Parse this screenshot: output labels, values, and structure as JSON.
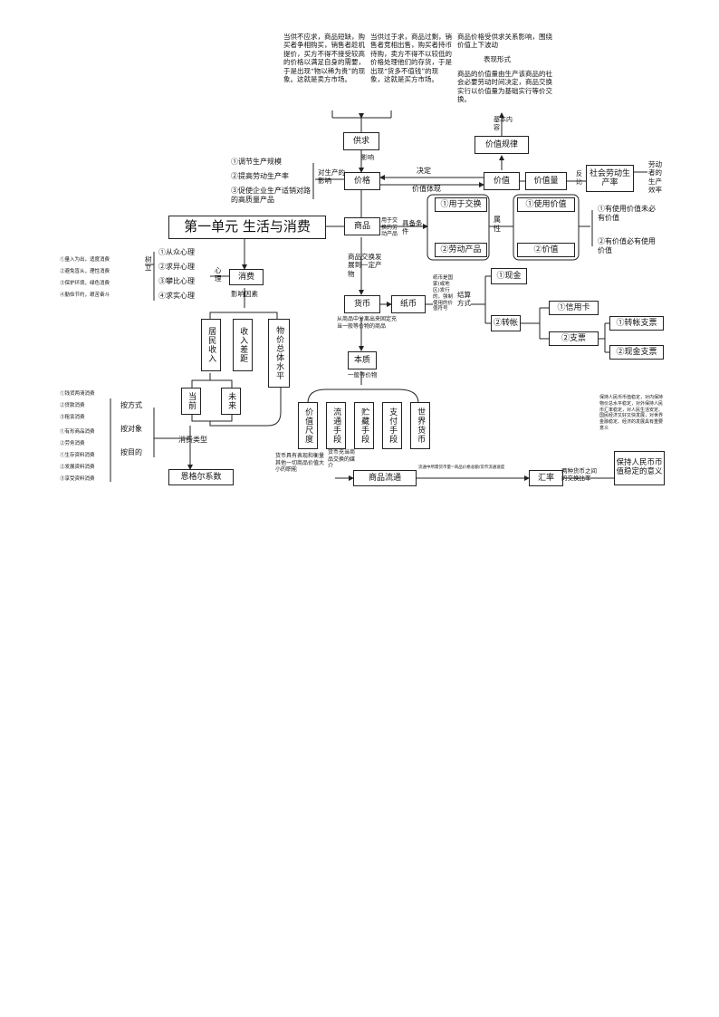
{
  "title": "第一单元 生活与消费",
  "top_notes": {
    "short_supply": "当供不应求，商品短缺，购买者争相购买，销售者趁机提价，买方不得不接受较高的价格以满足自身的需要，于是出现“物以稀为贵”的现象。这就是卖方市场。",
    "over_supply": "当供过于求，商品过剩，销售者竞相出售，购买者持币待购，卖方不得不以较低的价格处理他们的存货，于是出现“货多不值钱”的现象，这就是买方市场。",
    "price_influence": "商品价格受供求关系影响，围绕价值上下波动",
    "law_value": "商品的价值量由生产该商品的社会必要劳动时间决定，商品交换实行以价值量为基础实行等价交换。",
    "expression": "表现形式",
    "basic_content": "基本内容"
  },
  "boxes": {
    "supply_demand": "供求",
    "law_of_value": "价值规律",
    "price": "价格",
    "value": "价值",
    "value_amount": "价值量",
    "social_labor": "社会劳动生产率",
    "commodity": "商品",
    "use_exchange": "①用于交换",
    "labor_product": "②劳动产品",
    "use_value": "①使用价值",
    "value_2": "②价值",
    "consumption": "消费",
    "currency": "货币",
    "paper_money": "纸币",
    "cash": "①现金",
    "transfer": "②转帐",
    "credit_card": "①信用卡",
    "check": "②支票",
    "transfer_check": "①转帐支票",
    "cash_check": "②现金支票",
    "essence": "本质",
    "measure": "价值尺度",
    "circulation": "流通手段",
    "storage": "贮藏手段",
    "payment": "支付手段",
    "world_money": "世界货币",
    "income": "居民收入",
    "income_gap": "收入差距",
    "price_level": "物价总体水平",
    "current": "当前",
    "future": "未来",
    "engel": "恩格尔系数",
    "commodity_circulation": "商品流通",
    "exchange_rate": "汇率",
    "rmb_stable": "保持人民币币值稳定的意义"
  },
  "labels": {
    "influence": "影响",
    "decide": "决定",
    "value_embody": "价值体现",
    "impact_production": "对生产的影响",
    "impacts": [
      "①调节生产规模",
      "②提高劳动生产率",
      "③促使企业生产适销对路的高质量产品"
    ],
    "inverse": "反比",
    "labor_efficiency": "劳动者的生产效率",
    "for_exchange": "用于交换的劳动产品",
    "conditions": "具备条件",
    "attribute": "属性",
    "use_value_notes": [
      "①有使用价值未必有价值",
      "②有价值必有使用价值"
    ],
    "exchange_dev": "商品交换发展到一定产物",
    "paper_money_note": "纸币是国家(或地区)发行的，强制使用的价值符号",
    "settlement": "结算方式",
    "equivalent_note": "从商品中分离出来固定充当一般等价物的商品",
    "general_equiv": "一般等价物",
    "psych": [
      "①从众心理",
      "②求异心理",
      "③攀比心理",
      "④求实心理"
    ],
    "psych_title": "心理",
    "correct": "树立",
    "principles": [
      "①量入为出，适度消费",
      "②避免盲从，理性消费",
      "③保护环境，绿色消费",
      "④勤俭节约，艰苦奋斗"
    ],
    "factors": "影响因素",
    "consumption_types": "消费类型",
    "by_method": "按方式",
    "by_object": "按对象",
    "by_purpose": "按目的",
    "method_items": [
      "①钱货两清消费",
      "②贷款消费",
      "③租赁消费"
    ],
    "object_items": [
      "①有形商品消费",
      "②劳务消费"
    ],
    "purpose_items": [
      "①生存资料消费",
      "②发展资料消费",
      "③享受资料消费"
    ],
    "measure_note": "货币具有表现和衡量其他一切商品价值大小的职能",
    "circulation_note": "货币充当商品交换的媒介",
    "circulation_formula": "流通中所需货币量=商品价格总额/货币流通速度",
    "exchange_rate_note": "两种货币之间的交换比率",
    "rmb_note": "保持人民币币值稳定，对内保持物价总水平稳定，对外保持人民币汇率稳定，对人民生活安定、国民经济又好又快发展，对世界金融稳定、经济的发展具有重要意义"
  }
}
